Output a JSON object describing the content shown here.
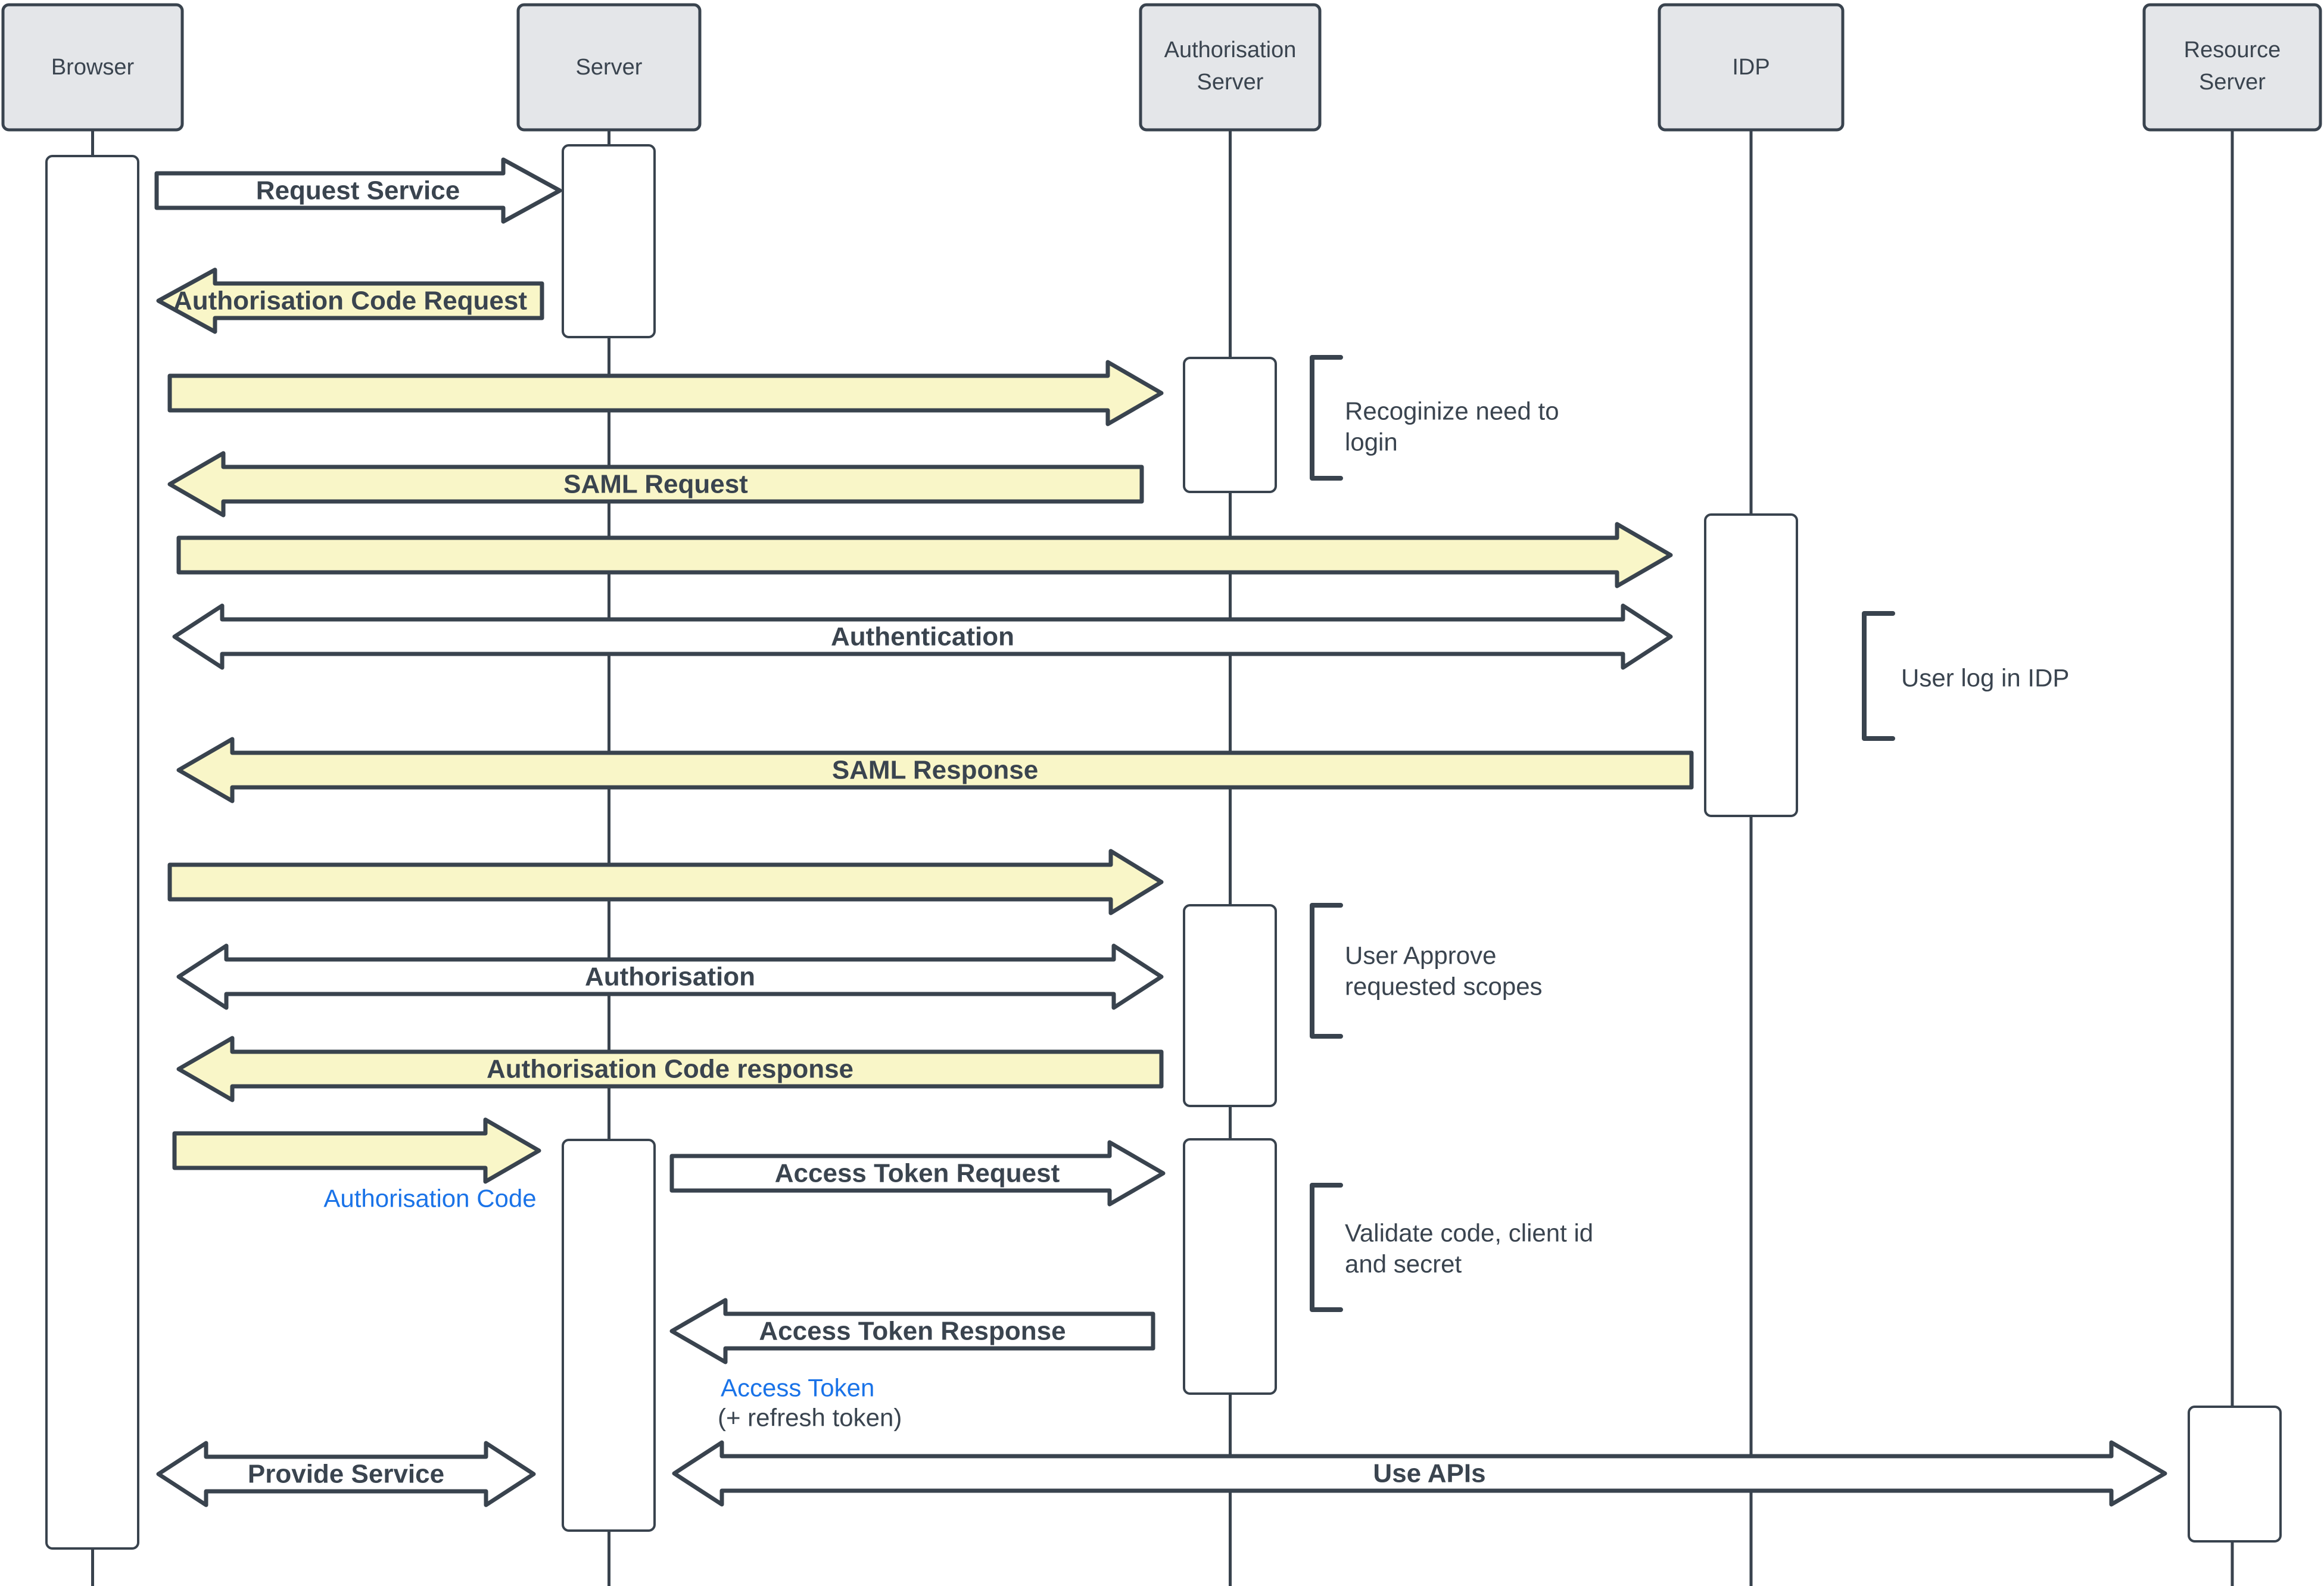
{
  "actors": [
    {
      "id": "browser",
      "label": "Browser",
      "label2": ""
    },
    {
      "id": "server",
      "label": "Server",
      "label2": ""
    },
    {
      "id": "authorisation-server",
      "label": "Authorisation",
      "label2": "Server"
    },
    {
      "id": "idp",
      "label": "IDP",
      "label2": ""
    },
    {
      "id": "resource-server",
      "label": "Resource",
      "label2": "Server"
    }
  ],
  "messages": {
    "request_service": "Request Service",
    "authorisation_code_request": "Authorisation Code Request",
    "saml_request": "SAML Request",
    "authentication": "Authentication",
    "saml_response": "SAML Response",
    "authorisation": "Authorisation",
    "authorisation_code_response": "Authorisation Code response",
    "access_token_request": "Access Token Request",
    "access_token_response": "Access Token Response",
    "provide_service": "Provide Service",
    "use_apis": "Use APIs"
  },
  "annotations": {
    "authorisation_code": "Authorisation Code",
    "access_token": "Access Token",
    "refresh_token": "(+ refresh token)"
  },
  "notes": [
    {
      "line1": "Recoginize need to",
      "line2": "login"
    },
    {
      "line1": "User log in IDP",
      "line2": ""
    },
    {
      "line1": "User Approve",
      "line2": "requested scopes"
    },
    {
      "line1": "Validate code, client id",
      "line2": "and secret"
    }
  ],
  "colors": {
    "outline": "#39434e",
    "text": "#3a444f",
    "actor_fill": "#e4e6e9",
    "highlight_message_fill": "#f9f6c8",
    "plain_message_fill": "#ffffff",
    "annotation_blue": "#1a73e8"
  }
}
